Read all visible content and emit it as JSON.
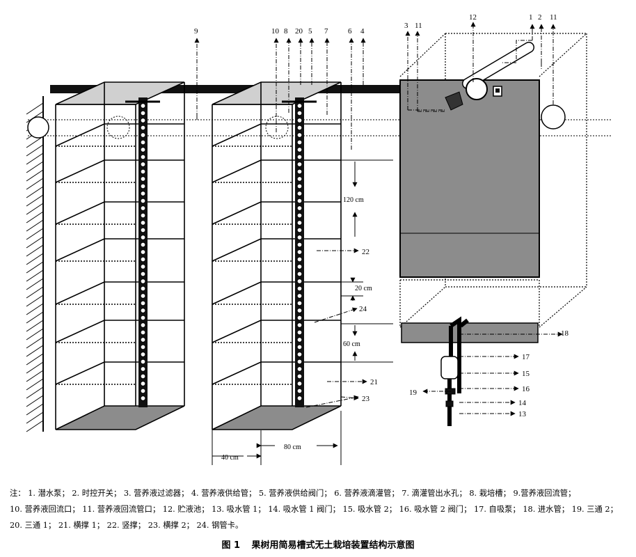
{
  "callouts": [
    {
      "label": "9"
    },
    {
      "label": "10"
    },
    {
      "label": "8"
    },
    {
      "label": "20"
    },
    {
      "label": "5"
    },
    {
      "label": "7"
    },
    {
      "label": "6"
    },
    {
      "label": "4"
    },
    {
      "label": "3"
    },
    {
      "label": "11"
    },
    {
      "label": "12"
    },
    {
      "label": "1"
    },
    {
      "label": "2"
    },
    {
      "label": "11"
    },
    {
      "label": "22"
    },
    {
      "label": "24"
    },
    {
      "label": "21"
    },
    {
      "label": "23"
    },
    {
      "label": "18"
    },
    {
      "label": "17"
    },
    {
      "label": "15"
    },
    {
      "label": "16"
    },
    {
      "label": "19"
    },
    {
      "label": "14"
    },
    {
      "label": "13"
    }
  ],
  "dimensions": {
    "height_120": "120 cm",
    "height_20": "20 cm",
    "height_60": "60 cm",
    "width_40": "40 cm",
    "width_80": "80 cm"
  },
  "note": {
    "prefix": "注：",
    "items": [
      "1. 潜水泵；",
      "2. 时控开关；",
      "3. 营养液过滤器；",
      "4. 营养液供给管；",
      "5. 营养液供给阀门；",
      "6. 营养液滴灌管；",
      "7. 滴灌管出水孔；",
      "8. 栽培槽；",
      "9.营养液回流管；",
      "10. 营养液回流口；",
      "11. 营养液回流管口；",
      "12. 贮液池；",
      "13. 吸水管 1；",
      "14. 吸水管 1 阀门；",
      "15. 吸水管 2；",
      "16. 吸水管 2 阀门；",
      "17. 自吸泵；",
      "18. 进水管；",
      "19. 三通 2；",
      "20. 三通 1；",
      "21. 横撑 1；",
      "22. 竖撑；",
      "23. 横撑 2；",
      "24. 钢管卡。"
    ]
  },
  "caption": {
    "number": "图 1",
    "title": "果树用简易槽式无土栽培装置结构示意图"
  }
}
